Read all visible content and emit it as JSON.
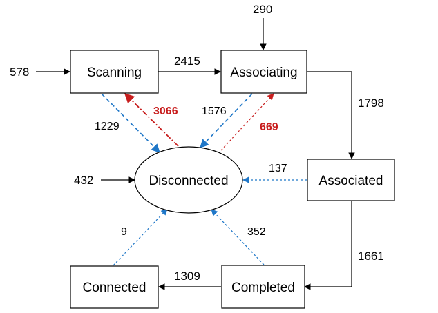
{
  "colors": {
    "black": "#000000",
    "blue": "#1f77c8",
    "red": "#c81e1e"
  },
  "nodes": {
    "scanning": "Scanning",
    "associating": "Associating",
    "associated": "Associated",
    "disconnected": "Disconnected",
    "completed": "Completed",
    "connected": "Connected"
  },
  "edges": {
    "in_scanning": "578",
    "in_associating": "290",
    "in_disconnected": "432",
    "scanning_to_associating": "2415",
    "associating_to_associated": "1798",
    "associated_to_completed": "1661",
    "completed_to_connected": "1309",
    "scanning_to_disconnected": "1229",
    "disconnected_to_scanning": "3066",
    "associating_to_disconnected": "1576",
    "disconnected_to_associating": "669",
    "associated_to_disconnected": "137",
    "connected_to_disconnected": "9",
    "completed_to_disconnected": "352"
  }
}
